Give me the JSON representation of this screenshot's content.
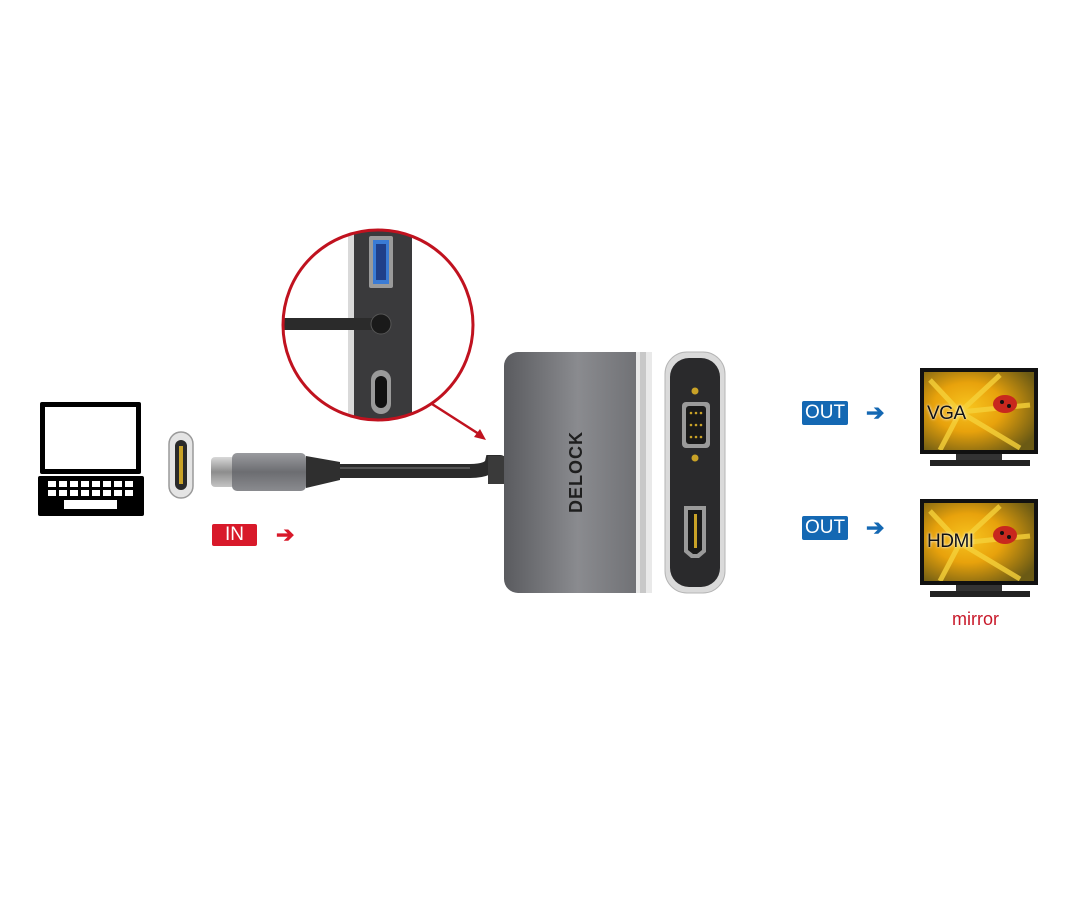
{
  "brand": {
    "logo_text": "DELOCK"
  },
  "input": {
    "label": "IN"
  },
  "outputs": [
    {
      "badge": "OUT",
      "screen_label": "VGA"
    },
    {
      "badge": "OUT",
      "screen_label": "HDMI"
    }
  ],
  "mode_label": "mirror",
  "colors": {
    "in_red": "#d8192a",
    "out_blue": "#1468b3",
    "callout_red": "#c0121f",
    "housing": "#6e6f73"
  },
  "icons": [
    "laptop-icon",
    "usb-c-port-icon",
    "usb-c-plug-icon",
    "usb-a-port-icon",
    "vga-port-icon",
    "hdmi-port-icon",
    "monitor-icon",
    "arrow-right-icon"
  ]
}
